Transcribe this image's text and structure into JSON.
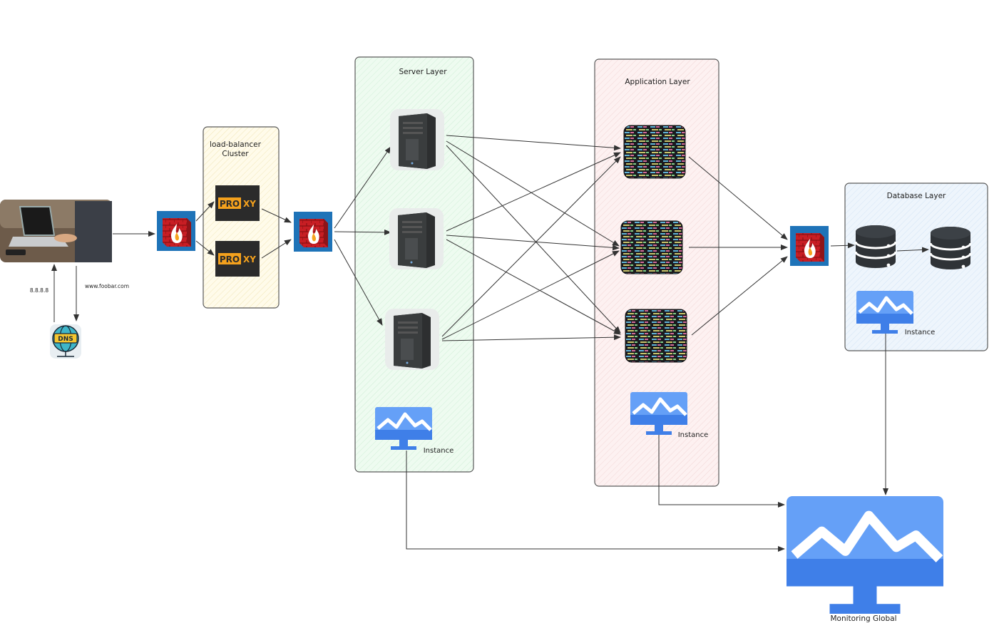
{
  "layers": {
    "load_balancer": {
      "title_line1": "load-balancer",
      "title_line2": "Cluster",
      "fill": "#fffbea"
    },
    "server": {
      "title": "Server Layer",
      "fill": "#eafbee"
    },
    "application": {
      "title": "Application Layer",
      "fill": "#fdeeee"
    },
    "database": {
      "title": "Database Layer",
      "fill": "#eaf3fc"
    }
  },
  "client": {
    "dns_query_label": "8.8.8.8",
    "dns_response_label": "www.foobar.com",
    "dns_icon_text": "DNS"
  },
  "proxy": {
    "text_pro": "PRO",
    "text_xy": "XY"
  },
  "monitoring": {
    "instance_label": "Instance",
    "global_label": "Monitoring Global",
    "color": "#4c8df6"
  },
  "colors": {
    "firewall_bg": "#1e73b8",
    "firewall_brick": "#d7262c",
    "server_dark": "#2d2f30",
    "db_dark": "#2f3337"
  }
}
